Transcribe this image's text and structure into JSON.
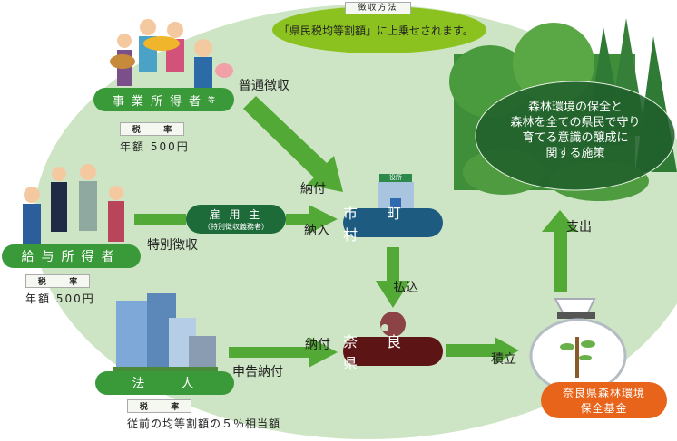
{
  "collection": {
    "label": "徴収方法",
    "note": "「県民税均等割額」に上乗せされます。"
  },
  "business": {
    "label": "事業所得者",
    "suffix": "等",
    "rate_label": [
      "税",
      "率"
    ],
    "rate_value": "年額 500円",
    "method": "普通徴収"
  },
  "salary": {
    "label": "給与所得者",
    "rate_label": [
      "税",
      "率"
    ],
    "rate_value": "年額 500円",
    "method": "特別徴収"
  },
  "employer": {
    "label": "雇 用 主",
    "sub": "（特別徴収義務者）"
  },
  "corporation": {
    "label": "法　　人",
    "rate_label": [
      "税",
      "率"
    ],
    "rate_value": "従前の均等割額の５％相当額",
    "method": "申告納付"
  },
  "municipality": {
    "label": "市　町　村",
    "building_sign": "役所"
  },
  "prefecture": {
    "label": "奈　良　県"
  },
  "fund": {
    "label_line1": "奈良県森林環境",
    "label_line2": "保全基金"
  },
  "forest": {
    "lines": [
      "森林環境の保全と",
      "森林を全ての県民で守り",
      "育てる意識の醸成に",
      "関する施策"
    ]
  },
  "flows": {
    "pay1": "納付",
    "pay_in": "納入",
    "transfer": "払込",
    "pay2": "納付",
    "reserve": "積立",
    "spend": "支出"
  },
  "colors": {
    "background": "#cde5c4",
    "arrow": "#52a935",
    "pill_green": "#3a9a3a",
    "municipality": "#1d5c80",
    "prefecture": "#5c1414",
    "fund": "#e8641a"
  }
}
